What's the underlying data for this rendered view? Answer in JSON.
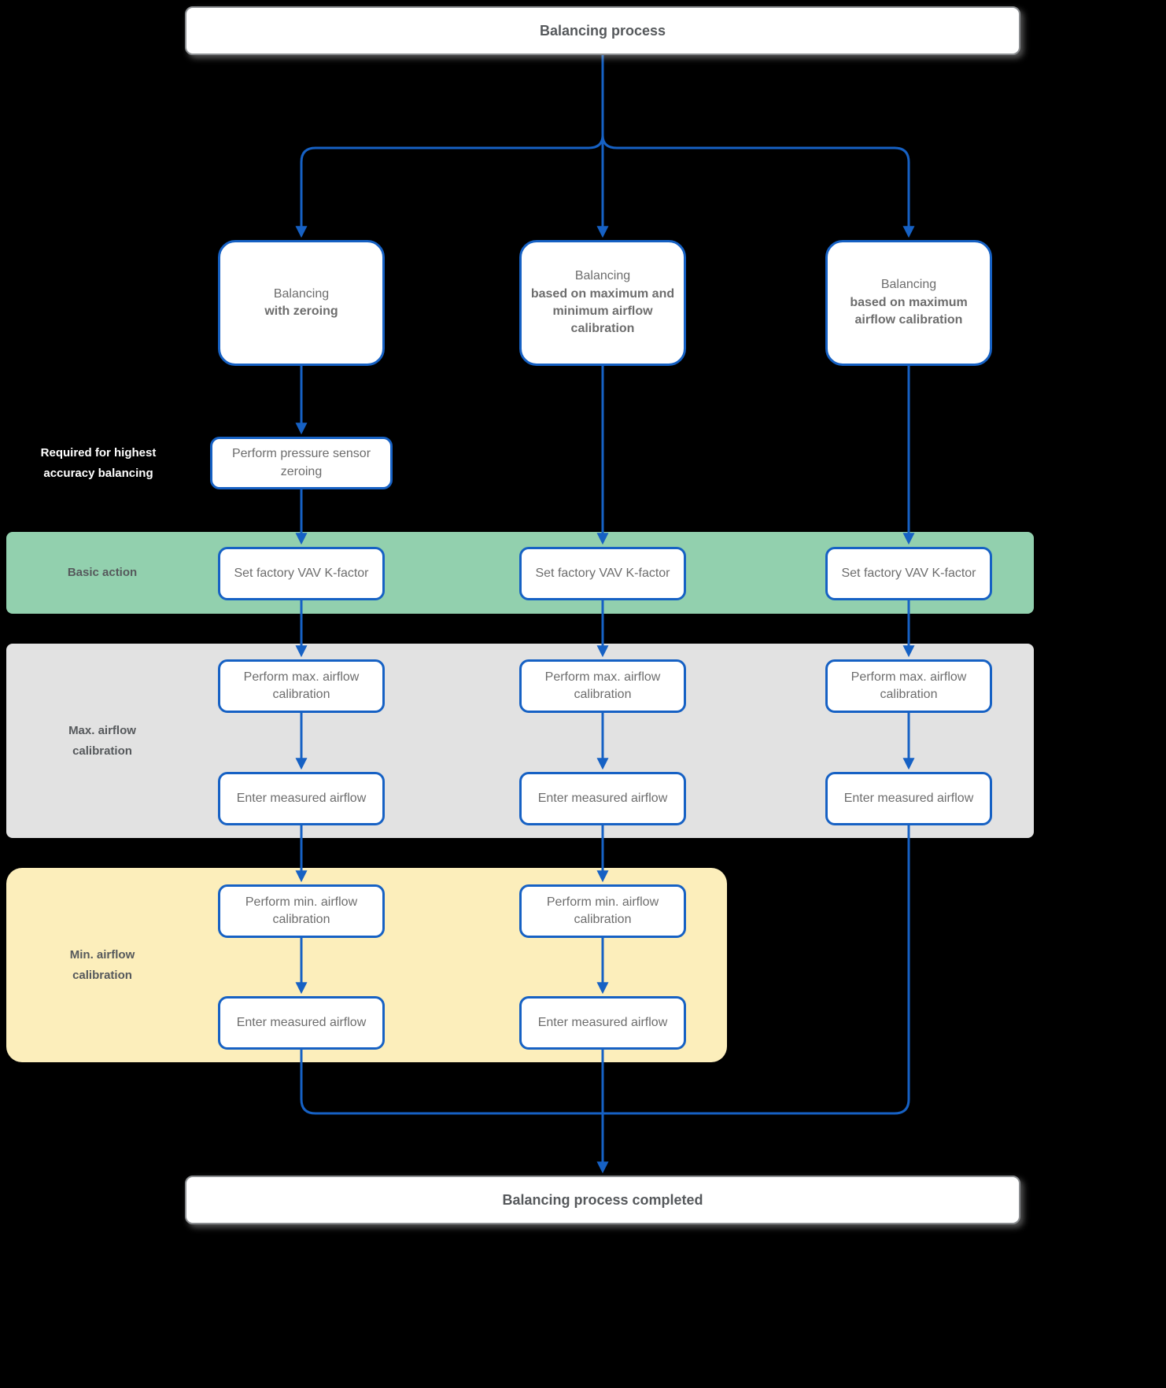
{
  "title_box": {
    "label": "Balancing process"
  },
  "end_box": {
    "label": "Balancing process completed"
  },
  "branches": [
    {
      "intro": "Balancing",
      "emphasis": "with zeroing"
    },
    {
      "intro": "Balancing",
      "emphasis": "based on maximum and minimum airflow calibration"
    },
    {
      "intro": "Balancing",
      "emphasis": "based on maximum airflow calibration"
    }
  ],
  "annotations": {
    "zeroing_note": "Required for highest accuracy balancing"
  },
  "steps": {
    "pressure_zeroing": "Perform pressure sensor zeroing",
    "set_kfactor": "Set factory VAV K-factor",
    "perform_max_cal": "Perform max. airflow calibration",
    "enter_measured": "Enter measured airflow",
    "perform_min_cal": "Perform min. airflow calibration"
  },
  "bands": {
    "basic_action": {
      "label": "Basic action",
      "color": "#92d0ae"
    },
    "max_airflow": {
      "label": "Max. airflow calibration",
      "color": "#e2e2e2"
    },
    "min_airflow": {
      "label": "Min. airflow calibration",
      "color": "#fceebb"
    }
  },
  "colors": {
    "background": "#000000",
    "connector": "#1661c4",
    "node_border": "#1661c4",
    "node_text": "#6d6d6d",
    "terminal_border": "#8a8d90",
    "terminal_text": "#56595c"
  }
}
